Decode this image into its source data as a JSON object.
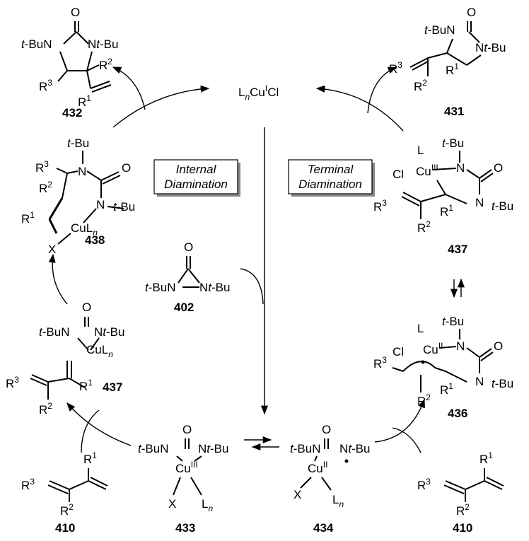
{
  "catalyst": {
    "prefix": "L",
    "sub_n": "n",
    "cu": "Cu",
    "ox": "I",
    "suffix": "Cl"
  },
  "boxes": {
    "internal": [
      "Internal",
      "Diamination"
    ],
    "terminal": [
      "Terminal",
      "Diamination"
    ]
  },
  "compounds": {
    "c432": "432",
    "c431": "431",
    "c438": "438",
    "c437_left": "437",
    "c437_right": "437",
    "c402": "402",
    "c436": "436",
    "c433": "433",
    "c434": "434",
    "c410_left": "410",
    "c410_right": "410"
  },
  "labels": {
    "tBu": "t-Bu",
    "tBuN": "t-BuN",
    "Ntbu": "Nt-Bu",
    "N": "N",
    "O": "O",
    "R1": "R",
    "R2": "R",
    "R3": "R",
    "one": "1",
    "two": "2",
    "three": "3",
    "Cu": "Cu",
    "CuLn": "CuL",
    "n": "n",
    "L": "L",
    "Ln": "L",
    "Cl": "Cl",
    "X": "X",
    "III": "III",
    "II": "II"
  }
}
